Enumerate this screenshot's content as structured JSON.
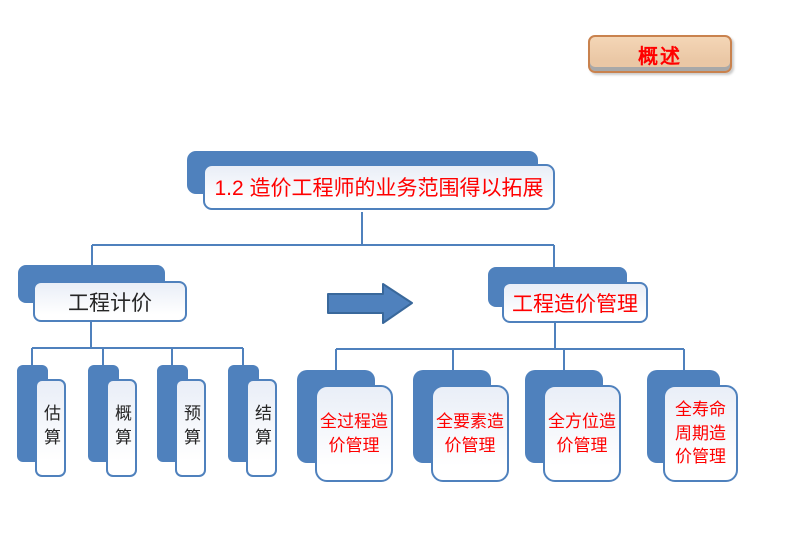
{
  "badge": {
    "label": "概述"
  },
  "title": {
    "label": "1.2 造价工程师的业务范围得以拓展"
  },
  "left_branch": {
    "label": "工程计价"
  },
  "right_branch": {
    "label": "工程造价管理"
  },
  "arrow": {
    "icon": "right-block-arrow"
  },
  "left_children": [
    {
      "label": "估算"
    },
    {
      "label": "概算"
    },
    {
      "label": "预算"
    },
    {
      "label": "结算"
    }
  ],
  "right_children": [
    {
      "label": "全过程造\n价管理"
    },
    {
      "label": "全要素造\n价管理"
    },
    {
      "label": "全方位造\n价管理"
    },
    {
      "label": "全寿命\n周期造\n价管理"
    }
  ],
  "colors": {
    "accent": "#4f81bd",
    "accent-dark": "#39689b",
    "red": "#ff0000",
    "black-text": "#262626",
    "badge-fill": "#eac7a5",
    "badge-border": "#c9824e",
    "box-tint": "#e9eef7"
  }
}
